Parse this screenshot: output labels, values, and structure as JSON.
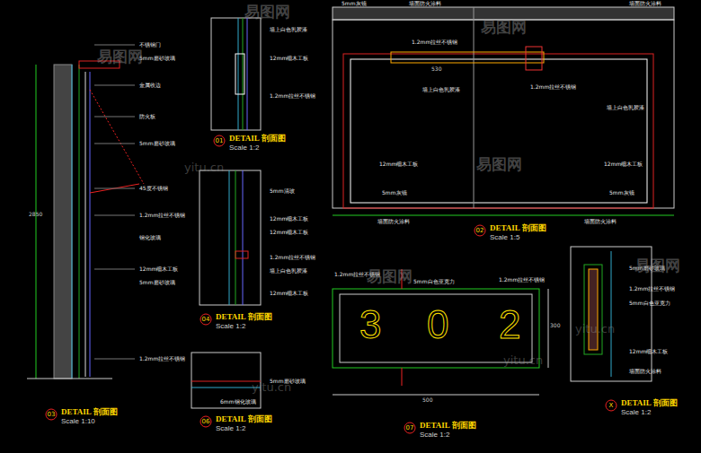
{
  "diagram": {
    "labels": [
      "03",
      "DETAIL 剖面图",
      "Scale 1:10",
      "01",
      "DETAIL 剖面图",
      "Scale 1:2",
      "04",
      "DETAIL 剖面图",
      "Scale 1:2",
      "06",
      "DETAIL 剖面图",
      "Scale 1:2",
      "02",
      "DETAIL 剖面图",
      "Scale 1:5",
      "07",
      "DETAIL 剖面图",
      "Scale 1:2",
      "X",
      "DETAIL 剖面图",
      "Scale 1:2",
      "不锈钢门",
      "5mm磨砂玻璃",
      "金属收边",
      "防火板",
      "5mm磨砂玻璃",
      "45度不锈钢",
      "1.2mm拉丝不锈钢",
      "钢化玻璃",
      "12mm细木工板",
      "5mm磨砂玻璃",
      "1.2mm拉丝不锈钢",
      "墙上白色乳胶漆",
      "12mm细木工板",
      "1.2mm拉丝不锈钢",
      "5mm清玻",
      "12mm细木工板",
      "12mm细木工板",
      "1.2mm拉丝不锈钢",
      "墙上白色乳胶漆",
      "12mm细木工板",
      "5mm磨砂玻璃",
      "6mm钢化玻璃",
      "5mm灰镜",
      "墙面防火涂料",
      "1.2mm拉丝不锈钢",
      "墙上白色乳胶漆",
      "12mm细木工板",
      "5mm灰镜",
      "墙面防火涂料",
      "墙上白色乳胶漆",
      "12mm细木工板",
      "5mm灰镜",
      "墙面防火涂料",
      "墙面防火涂料",
      "1.2mm拉丝不锈钢",
      "1.2mm拉丝不锈钢",
      "5mm白色亚克力",
      "1.2mm拉丝不锈钢",
      "5mm磨砂玻璃",
      "1.2mm拉丝不锈钢",
      "5mm白色亚克力",
      "12mm细木工板",
      "墙面防火涂料",
      "3",
      "0",
      "2",
      "2850",
      "500",
      "300",
      "530",
      "易图网",
      "易图网",
      "易图网",
      "易图网",
      "易图网",
      "易图网",
      "yitu.cn",
      "yitu.cn",
      "yitu.cn",
      "yitu.cn"
    ]
  }
}
